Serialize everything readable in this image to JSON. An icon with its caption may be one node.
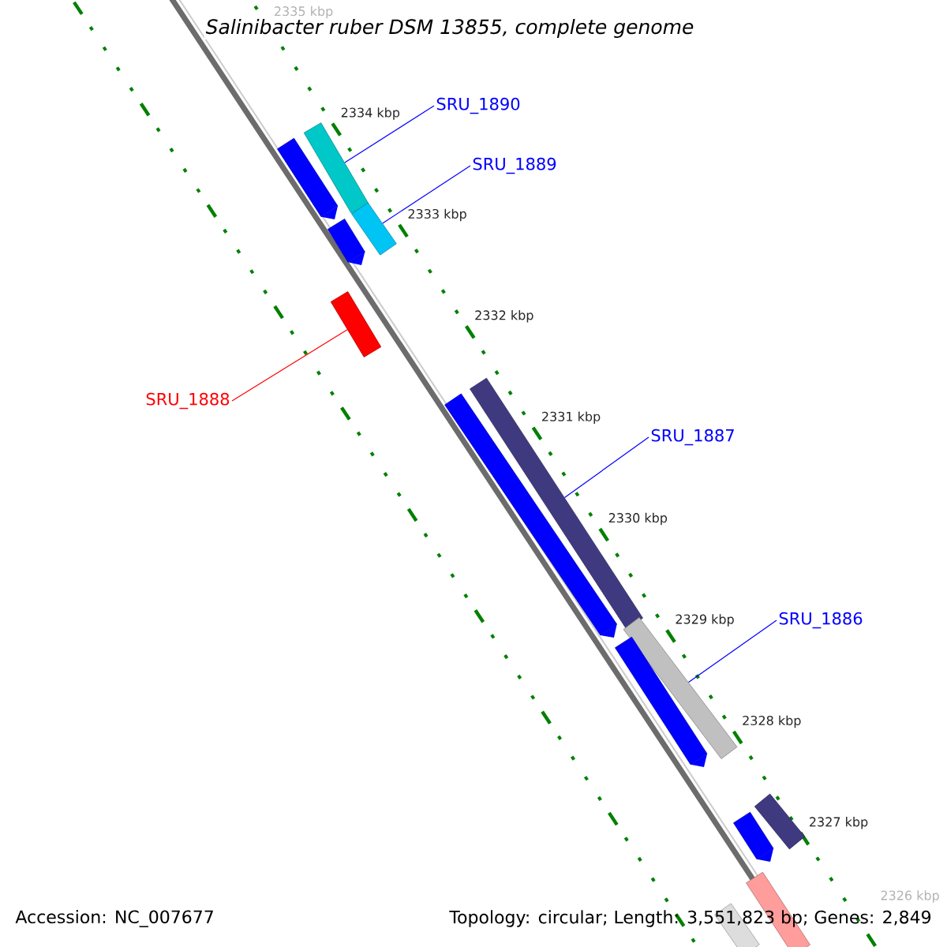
{
  "diagram": {
    "title": "Salinibacter ruber DSM 13855, complete genome",
    "nodes": [
      {
        "text": [
          "SRU_1890"
        ]
      },
      {
        "text": [],
        "shape": "bar"
      },
      {
        "text": [
          "SRU_1889"
        ]
      },
      {
        "text": [],
        "shape": "bar"
      },
      {
        "text": [
          "SRU_1888"
        ]
      },
      {
        "text": [],
        "shape": "bar"
      },
      {
        "text": [
          "SRU_1887"
        ]
      },
      {
        "text": [],
        "shape": "bar"
      },
      {
        "text": [
          "SRU_1886"
        ]
      },
      {
        "text": [],
        "shape": "bar"
      },
      {
        "text": [],
        "shape": "bar"
      },
      {
        "text": [],
        "shape": "bar"
      },
      {
        "text": [],
        "shape": "bar"
      },
      {
        "text": [],
        "shape": "bar"
      },
      {
        "text": [],
        "shape": "bar"
      },
      {
        "text": [],
        "shape": "bar"
      },
      {
        "text": [],
        "shape": "bar"
      },
      {
        "text": [],
        "shape": "bar"
      }
    ],
    "edges": [
      {
        "from": 0,
        "to": 1,
        "arrow": "none"
      },
      {
        "from": 2,
        "to": 3,
        "arrow": "none"
      },
      {
        "from": 4,
        "to": 5,
        "arrow": "none",
        "color": "#ff0000"
      },
      {
        "from": 6,
        "to": 7,
        "arrow": "none"
      },
      {
        "from": 8,
        "to": 9,
        "arrow": "none"
      }
    ],
    "labels": [
      "2335 kbp",
      "2334 kbp",
      "2333 kbp",
      "2332 kbp",
      "2331 kbp",
      "2330 kbp",
      "2329 kbp",
      "2328 kbp",
      "2327 kbp",
      "2326 kbp",
      "Accession: NC_007677",
      "Topology: circular; Length: 3,551,823 bp; Genes: 2,849"
    ]
  }
}
